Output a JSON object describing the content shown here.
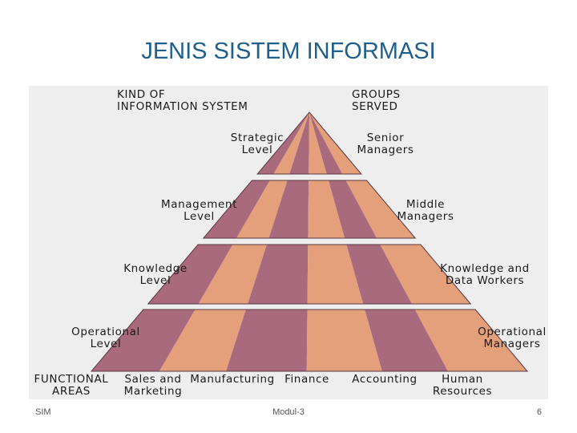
{
  "slide": {
    "title": "JENIS SISTEM INFORMASI",
    "footer_left": "SIM",
    "footer_center": "Modul-3",
    "footer_right": "6"
  },
  "diagram": {
    "header_left": "KIND OF\nINFORMATION SYSTEM",
    "header_right": "GROUPS\nSERVED",
    "levels": [
      {
        "system_level": "Strategic\nLevel",
        "group": "Senior\nManagers"
      },
      {
        "system_level": "Management\nLevel",
        "group": "Middle\nManagers"
      },
      {
        "system_level": "Knowledge\nLevel",
        "group": "Knowledge and\nData Workers"
      },
      {
        "system_level": "Operational\nLevel",
        "group": "Operational\nManagers"
      }
    ],
    "functional_areas_label": "FUNCTIONAL\nAREAS",
    "functional_areas": [
      "Sales and\nMarketing",
      "Manufacturing",
      "Finance",
      "Accounting",
      "Human\nResources"
    ],
    "colors": {
      "panel": "#efeeee",
      "stripe_dark": "#a96a7e",
      "stripe_light": "#e3a07a",
      "outline": "#5a3a44"
    }
  }
}
